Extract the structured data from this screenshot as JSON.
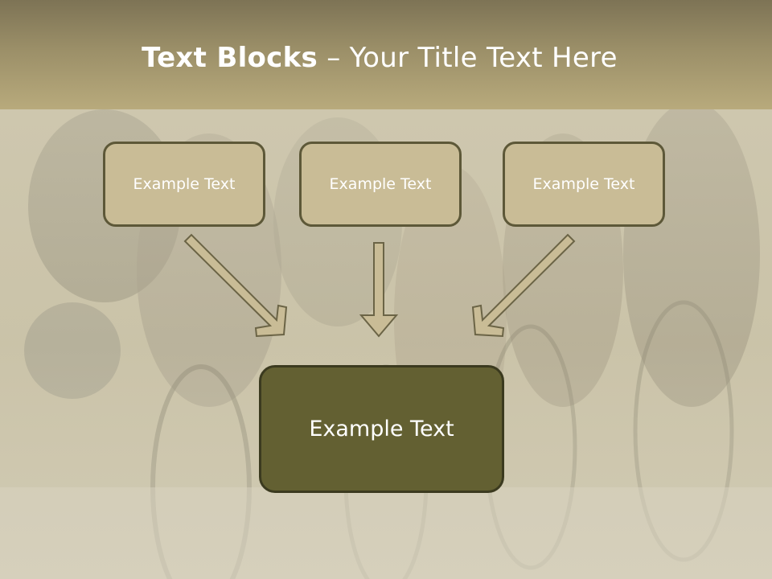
{
  "title": {
    "bold": "Text Blocks",
    "dash": " – ",
    "rest": "Your Title Text Here"
  },
  "blocks": {
    "left": "Example Text",
    "center": "Example Text",
    "right": "Example Text",
    "main": "Example Text"
  },
  "colors": {
    "title_band": "#9b8f68",
    "block_fill": "#c9bc96",
    "block_border": "#5d5838",
    "main_fill": "#636032",
    "arrow_fill": "#c9bc96"
  }
}
